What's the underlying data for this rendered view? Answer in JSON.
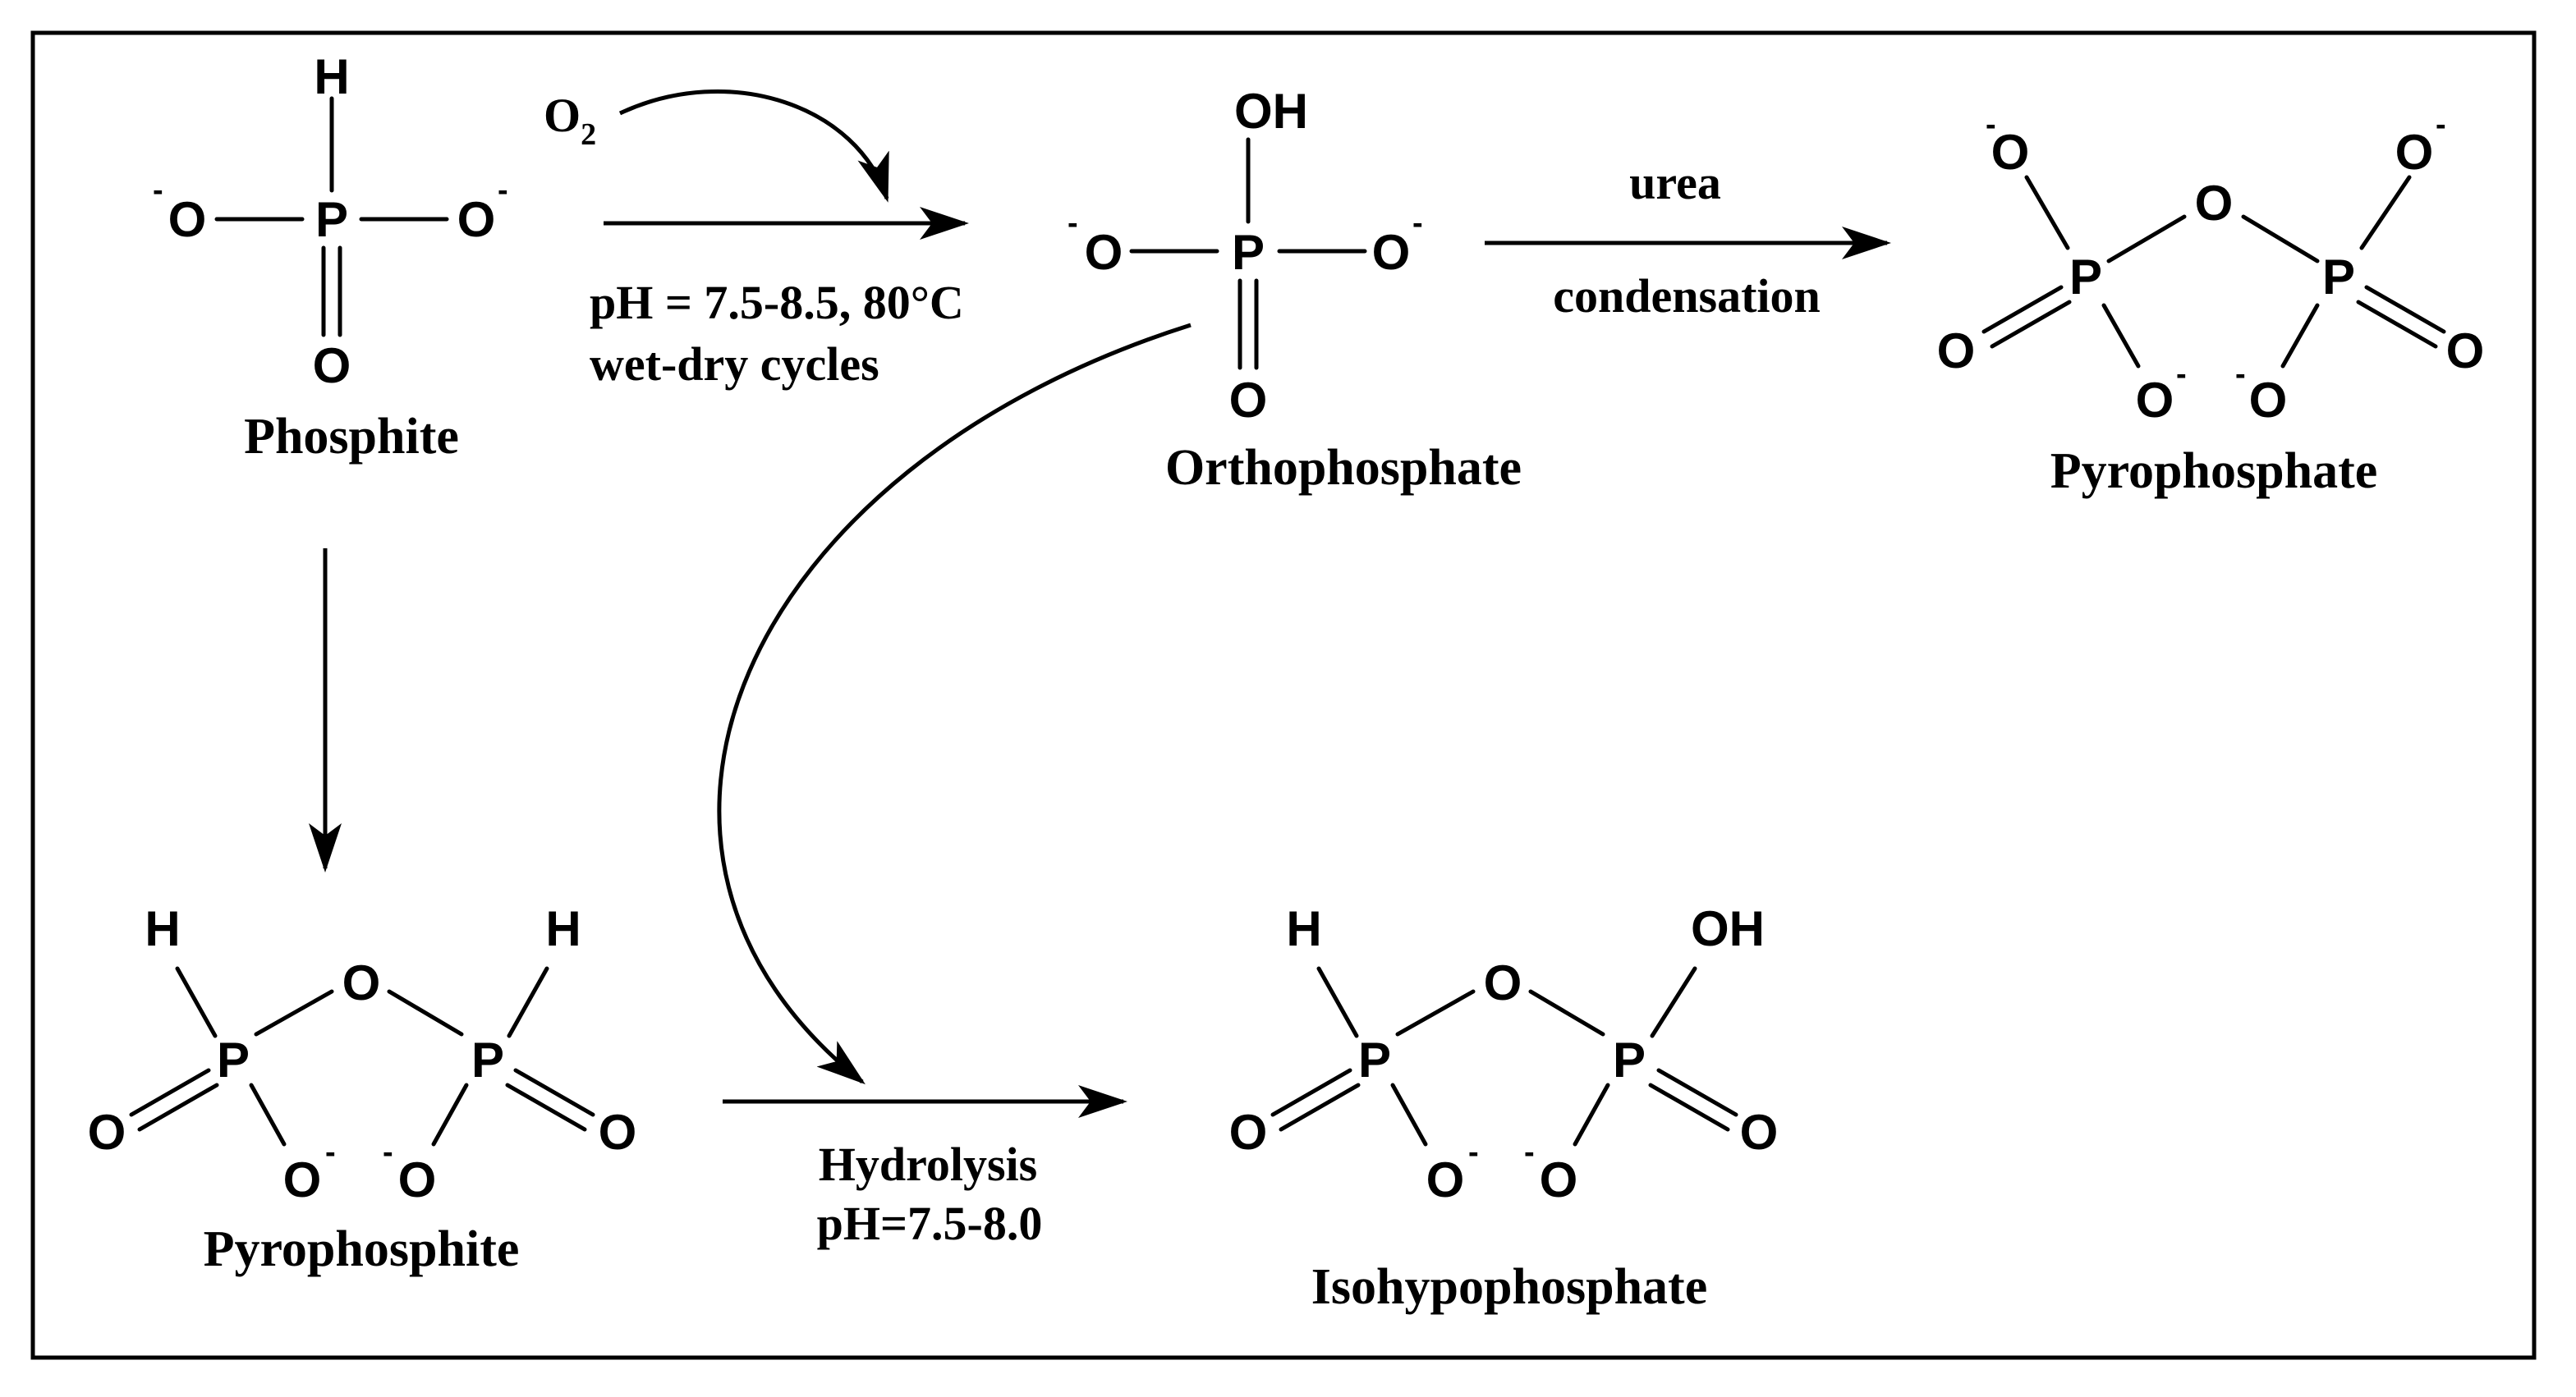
{
  "atoms": {
    "H": "H",
    "O": "O",
    "P": "P",
    "OH": "OH",
    "minus": "-"
  },
  "compounds": {
    "phosphite": "Phosphite",
    "orthophosphate": "Orthophosphate",
    "pyrophosphate": "Pyrophosphate",
    "pyrophosphite": "Pyrophosphite",
    "isohypophosphate": "Isohypophosphate"
  },
  "conditions": {
    "oxygen_main": "O",
    "oxygen_sub": "2",
    "oxidation_line1": "pH = 7.5-8.5, 80°C",
    "oxidation_line2": "wet-dry cycles",
    "condensation_line1": "urea",
    "condensation_line2": "condensation",
    "hydrolysis_line1": "Hydrolysis",
    "hydrolysis_line2": "pH=7.5-8.0"
  }
}
